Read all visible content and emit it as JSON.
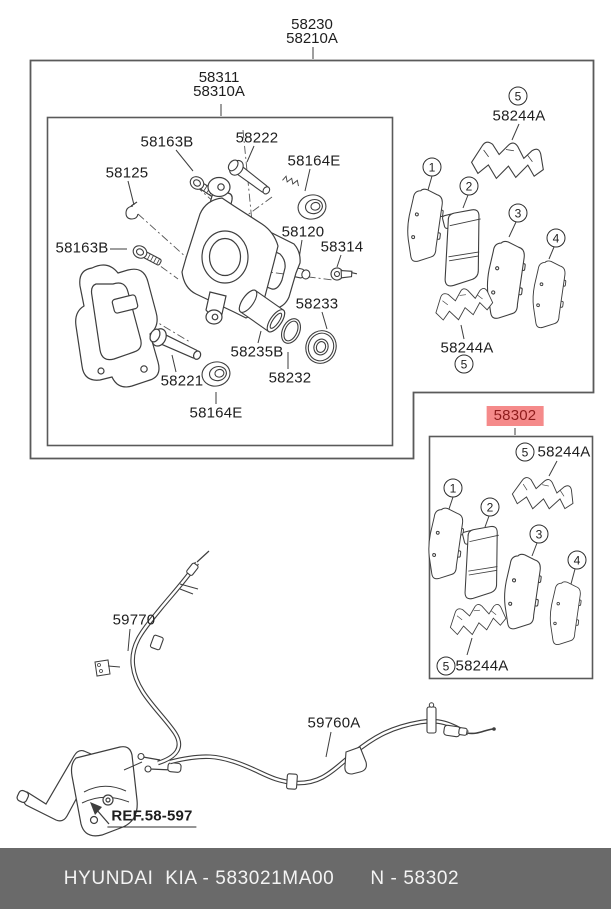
{
  "colors": {
    "line": "#3e3e3e",
    "box_border": "#5a5a5a",
    "highlight_bg": "#f58a8a",
    "highlight_text": "#8e1c1c",
    "footer_bg": "#6a6a6a",
    "footer_text": "#f4f4f4"
  },
  "top_assembly_label": {
    "line1": "58230",
    "line2": "58210A"
  },
  "caliper_assembly_label": {
    "line1": "58311",
    "line2": "58310A"
  },
  "caliper_parts": {
    "bolt_top": "58163B",
    "guide_rod_top": "58222",
    "cap_top": "58164E",
    "clip": "58125",
    "bolt_left": "58163B",
    "connector": "58120",
    "bleeder_screw": "58314",
    "boot_ring": "58233",
    "piston": "58235B",
    "seal": "58232",
    "guide_rod_bottom": "58221",
    "cap_bottom": "58164E"
  },
  "pad_kit_upper": {
    "clip_top": "58244A",
    "clip_bottom": "58244A",
    "c1": "1",
    "c2": "2",
    "c3": "3",
    "c4": "4",
    "c5": "5"
  },
  "pad_kit_lower": {
    "kit_number": "58302",
    "clip_top": "58244A",
    "clip_bottom": "58244A",
    "c1": "1",
    "c2": "2",
    "c3": "3",
    "c4": "4",
    "c5": "5"
  },
  "cables": {
    "front_cable": "59770",
    "rear_cable": "59760A"
  },
  "reference": {
    "label": "REF.58-597"
  },
  "footer": {
    "brand_part": "HYUNDAI  KIA - 583021MA00",
    "catalog_ref": "N - 58302"
  }
}
